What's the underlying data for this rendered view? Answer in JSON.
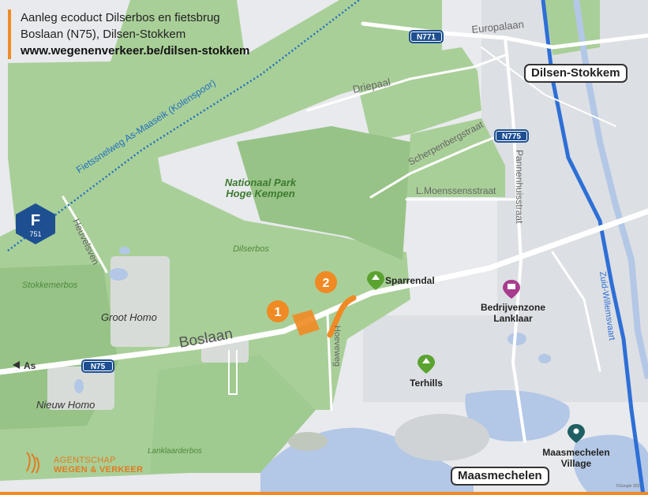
{
  "header": {
    "line1": "Aanleg ecoduct Dilserbos en fietsbrug",
    "line2": "Boslaan (N75), Dilsen-Stokkem",
    "url": "www.wegenenverkeer.be/dilsen-stokkem"
  },
  "cities": {
    "dilsen": "Dilsen-Stokkem",
    "maasmechelen": "Maasmechelen"
  },
  "roads": {
    "n771": "N771",
    "n775": "N775",
    "n75": "N75",
    "europalaan": "Europalaan",
    "driepaal": "Driepaal",
    "scherpenberg": "Scherpenbergstraat",
    "moenssens": "L.Moenssensstraat",
    "pannenhuis": "Pannenhuisstraat",
    "heuvelsven": "Heuvelsven",
    "boslaan": "Boslaan",
    "hoeveweg": "Hoeveweg",
    "as": "As",
    "cycle_route": "Fietssnelweg As-Maaseik (Kolenspoor)",
    "canal": "Zuid-Willemsvaart"
  },
  "park": {
    "line1": "Nationaal Park",
    "line2": "Hoge Kempen"
  },
  "places": {
    "dilserbos": "Dilserbos",
    "stokkemerbos": "Stokkemerbos",
    "groot_homo": "Groot Homo",
    "nieuw_homo": "Nieuw Homo",
    "lanklaarderbos": "Lanklaarderbos"
  },
  "pois": {
    "sparrendal": "Sparrendal",
    "bedrijvenzone_1": "Bedrijvenzone",
    "bedrijvenzone_2": "Lanklaar",
    "terhills": "Terhills",
    "maasmechelen_village_1": "Maasmechelen",
    "maasmechelen_village_2": "Village"
  },
  "markers": {
    "m1": "1",
    "m2": "2"
  },
  "fietsroute": {
    "letter": "F",
    "number": "751"
  },
  "logo": {
    "line1": "AGENTSCHAP",
    "line2": "WEGEN & VERKEER"
  },
  "copyright": "©Google 2022",
  "colors": {
    "forest": "#a9cf98",
    "forest_dark": "#97c387",
    "water": "#b3c7e6",
    "canal": "#2e6fd6",
    "road": "#ffffff",
    "accent_orange": "#f08a24",
    "poi_green": "#5ba331",
    "poi_purple": "#a83c8e",
    "poi_teal": "#1f5f63",
    "cycle_route": "#1f6fbf"
  }
}
